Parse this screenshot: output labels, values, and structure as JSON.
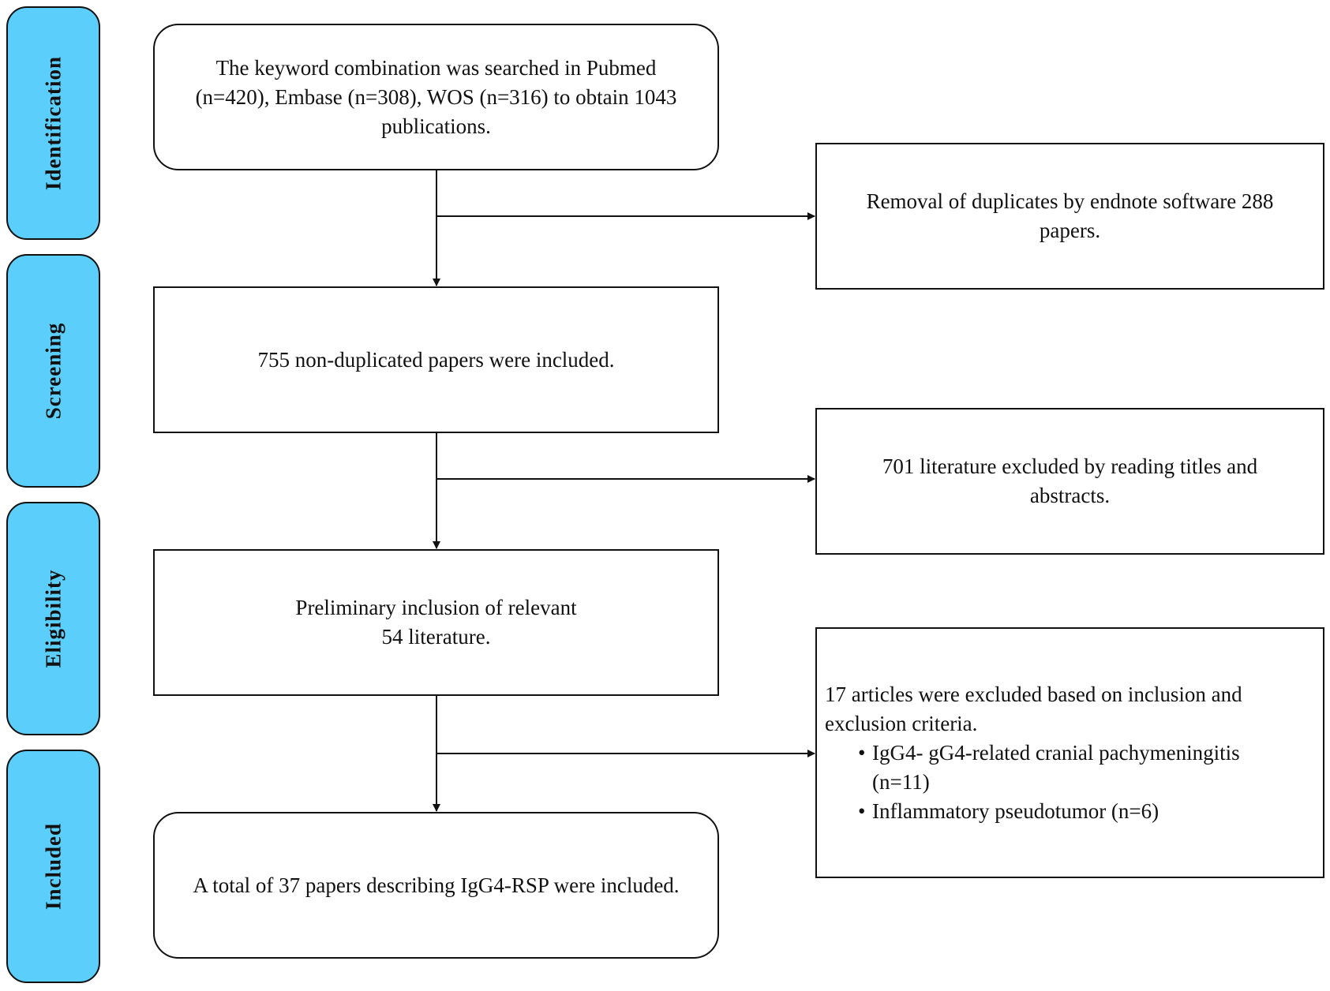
{
  "stages": [
    {
      "id": "identification",
      "label": "Identification"
    },
    {
      "id": "screening",
      "label": "Screening"
    },
    {
      "id": "eligibility",
      "label": "Eligibility"
    },
    {
      "id": "included",
      "label": "Included"
    }
  ],
  "main_boxes": {
    "identification": {
      "lines": [
        "The keyword combination was searched in Pubmed",
        "(n=420), Embase (n=308), WOS (n=316) to obtain 1043",
        "publications."
      ]
    },
    "screening": {
      "lines": [
        "755 non-duplicated papers were included."
      ]
    },
    "eligibility": {
      "lines": [
        "Preliminary inclusion of relevant",
        "54 literature."
      ]
    },
    "included": {
      "lines": [
        "A total of 37 papers describing IgG4-RSP were included."
      ]
    }
  },
  "exclusion_boxes": {
    "duplicates": {
      "lines": [
        "Removal of duplicates by endnote software 288",
        "papers."
      ]
    },
    "titles_abstracts": {
      "lines": [
        "701 literature excluded by reading titles and",
        "abstracts."
      ]
    },
    "criteria": {
      "intro_lines": [
        "17 articles were excluded based on inclusion and",
        "exclusion criteria."
      ],
      "items": [
        {
          "bullet": "•",
          "lines": [
            "IgG4- gG4-related cranial pachymeningitis",
            "(n=11)"
          ]
        },
        {
          "bullet": "•",
          "lines": [
            "Inflammatory pseudotumor (n=6)"
          ]
        }
      ]
    }
  }
}
